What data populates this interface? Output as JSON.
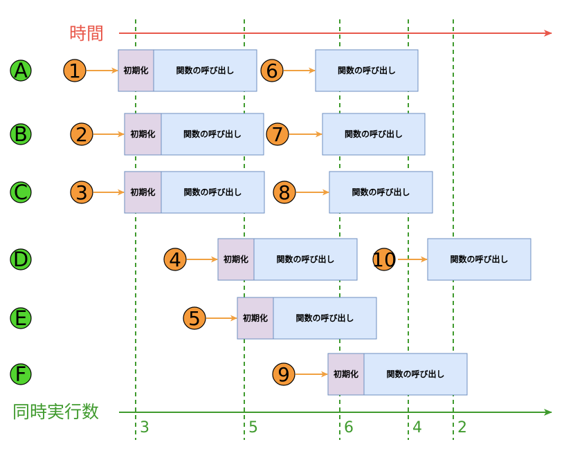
{
  "title": "時間",
  "concurrency_label": "同時実行数",
  "colors": {
    "time_axis": "#e8574a",
    "concurrency_axis": "#3f9a2d",
    "guide_line": "#3f9a2d",
    "row_badge": "#52d42f",
    "step_badge": "#f59a3a",
    "arrow": "#f0a040",
    "init_box": "#e1d5e7",
    "call_box": "#dae8fc",
    "box_border": "#6c8ebf"
  },
  "rows": [
    {
      "label": "A",
      "steps": [
        {
          "num": "1",
          "init": "初期化",
          "call": "関数の呼び出し"
        },
        {
          "num": "6",
          "init": "",
          "call": "関数の呼び出し"
        }
      ]
    },
    {
      "label": "B",
      "steps": [
        {
          "num": "2",
          "init": "初期化",
          "call": "関数の呼び出し"
        },
        {
          "num": "7",
          "init": "",
          "call": "関数の呼び出し"
        }
      ]
    },
    {
      "label": "C",
      "steps": [
        {
          "num": "3",
          "init": "初期化",
          "call": "関数の呼び出し"
        },
        {
          "num": "8",
          "init": "",
          "call": "関数の呼び出し"
        }
      ]
    },
    {
      "label": "D",
      "steps": [
        {
          "num": "4",
          "init": "初期化",
          "call": "関数の呼び出し"
        },
        {
          "num": "10",
          "init": "",
          "call": "関数の呼び出し"
        }
      ]
    },
    {
      "label": "E",
      "steps": [
        {
          "num": "5",
          "init": "初期化",
          "call": "関数の呼び出し"
        }
      ]
    },
    {
      "label": "F",
      "steps": [
        {
          "num": "9",
          "init": "初期化",
          "call": "関数の呼び出し"
        }
      ]
    }
  ],
  "concurrency_ticks": [
    "3",
    "5",
    "6",
    "4",
    "2"
  ]
}
